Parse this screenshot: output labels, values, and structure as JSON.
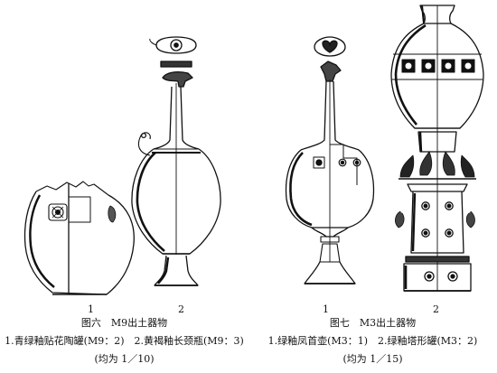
{
  "figure6": {
    "title": "图六　M9出土器物",
    "items": "1.青绿釉贴花陶罐(M9：2)　2.黄褐釉长颈瓶(M9：3)",
    "scale": "(均为 1／10)",
    "labels": [
      "1",
      "2"
    ]
  },
  "figure7": {
    "title": "图七　M3出土器物",
    "items": "1.绿釉凤首壶(M3：1)　2.绿釉塔形罐(M3：2)",
    "scale": "(均为 1／15)",
    "labels": [
      "1",
      "2"
    ]
  }
}
